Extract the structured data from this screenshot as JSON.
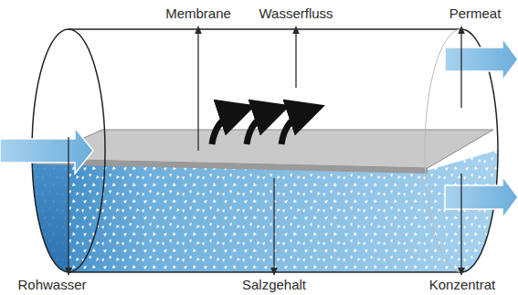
{
  "diagram": {
    "labels": [
      "Membrane",
      "Wasserfluss",
      "Permeat",
      "Rohwasser",
      "Salzgehalt",
      "Konzentrat"
    ]
  }
}
